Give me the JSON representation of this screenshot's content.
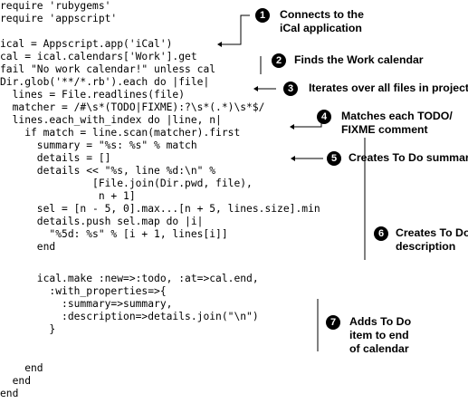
{
  "code": {
    "lines": [
      "require 'rubygems'",
      "require 'appscript'",
      "",
      "ical = Appscript.app('iCal')",
      "cal = ical.calendars['Work'].get",
      "fail \"No work calendar!\" unless cal",
      "Dir.glob('**/*.rb').each do |file|",
      "  lines = File.readlines(file)",
      "  matcher = /#\\s*(TODO|FIXME):?\\s*(.*)\\s*$/",
      "  lines.each_with_index do |line, n|",
      "    if match = line.scan(matcher).first",
      "      summary = \"%s: %s\" % match",
      "      details = []",
      "      details << \"%s, line %d:\\n\" %",
      "               [File.join(Dir.pwd, file),",
      "                n + 1]",
      "      sel = [n - 5, 0].max...[n + 5, lines.size].min",
      "      details.push sel.map do |i|",
      "        \"%5d: %s\" % [i + 1, lines[i]]",
      "      end",
      "",
      "      ical.make :new=>:todo, :at=>cal.end,",
      "        :with_properties=>{",
      "          :summary=>summary,",
      "          :description=>details.join(\"\\n\")",
      "        }",
      "    end",
      "  end",
      "end"
    ]
  },
  "callouts": [
    {
      "number": "1",
      "text": "Connects to the\niCal application"
    },
    {
      "number": "2",
      "text": "Finds the Work calendar"
    },
    {
      "number": "3",
      "text": "Iterates over all files in project"
    },
    {
      "number": "4",
      "text": "Matches each TODO/\nFIXME comment"
    },
    {
      "number": "5",
      "text": "Creates To Do summary"
    },
    {
      "number": "6",
      "text": "Creates To Do\ndescription"
    },
    {
      "number": "7",
      "text": "Adds To Do\nitem to end\nof calendar"
    }
  ]
}
